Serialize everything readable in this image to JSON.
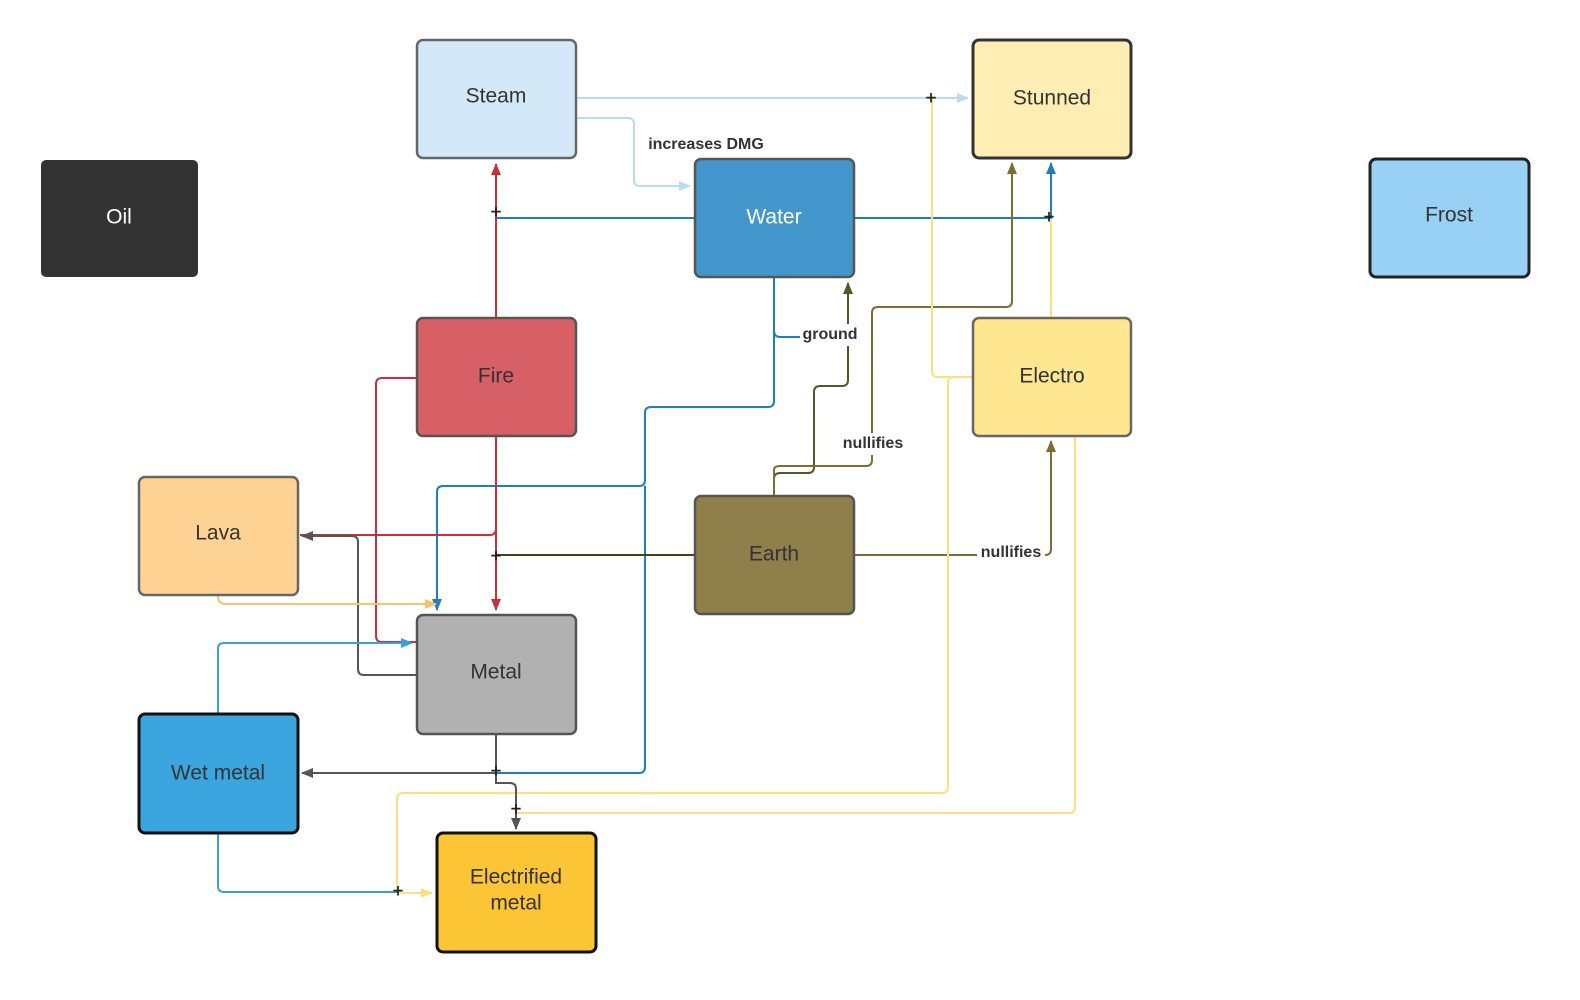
{
  "diagram": {
    "nodes": {
      "oil": {
        "label": "Oil",
        "fill": "#333333",
        "text_color": "#ffffff"
      },
      "steam": {
        "label": "Steam",
        "fill": "#d3e9f7",
        "text_color": "#333333"
      },
      "water": {
        "label": "Water",
        "fill": "#4497cc",
        "text_color": "#ffffff"
      },
      "stunned": {
        "label": "Stunned",
        "fill": "#ffeeb3",
        "text_color": "#333333"
      },
      "frost": {
        "label": "Frost",
        "fill": "#98d1f3",
        "text_color": "#333333"
      },
      "fire": {
        "label": "Fire",
        "fill": "#d75f66",
        "text_color": "#333333"
      },
      "electro": {
        "label": "Electro",
        "fill": "#ffe690",
        "text_color": "#333333"
      },
      "lava": {
        "label": "Lava",
        "fill": "#ffd394",
        "text_color": "#333333"
      },
      "earth": {
        "label": "Earth",
        "fill": "#8f7f4b",
        "text_color": "#333333"
      },
      "metal": {
        "label": "Metal",
        "fill": "#b1b1b1",
        "text_color": "#333333"
      },
      "wet_metal": {
        "label": "Wet metal",
        "fill": "#3aa5de",
        "text_color": "#333333"
      },
      "electrified_metal": {
        "label_line1": "Electrified",
        "label_line2": "metal",
        "fill": "#fbc535",
        "text_color": "#333333"
      }
    },
    "edge_labels": {
      "steam_water": "increases DMG",
      "water_earth": "ground",
      "earth_stunned": "nullifies",
      "earth_electro": "nullifies"
    },
    "junction_symbol": "+",
    "colors": {
      "steam": "#b8dcf2",
      "water": "#1f7fb8",
      "fire": "#c9303c",
      "electro": "#fbe07f",
      "earth": "#7e6c35",
      "earth_dark": "#4e5a2a",
      "metal": "#555555",
      "lava": "#f9c26e",
      "wet_metal": "#3aa0d8"
    }
  }
}
